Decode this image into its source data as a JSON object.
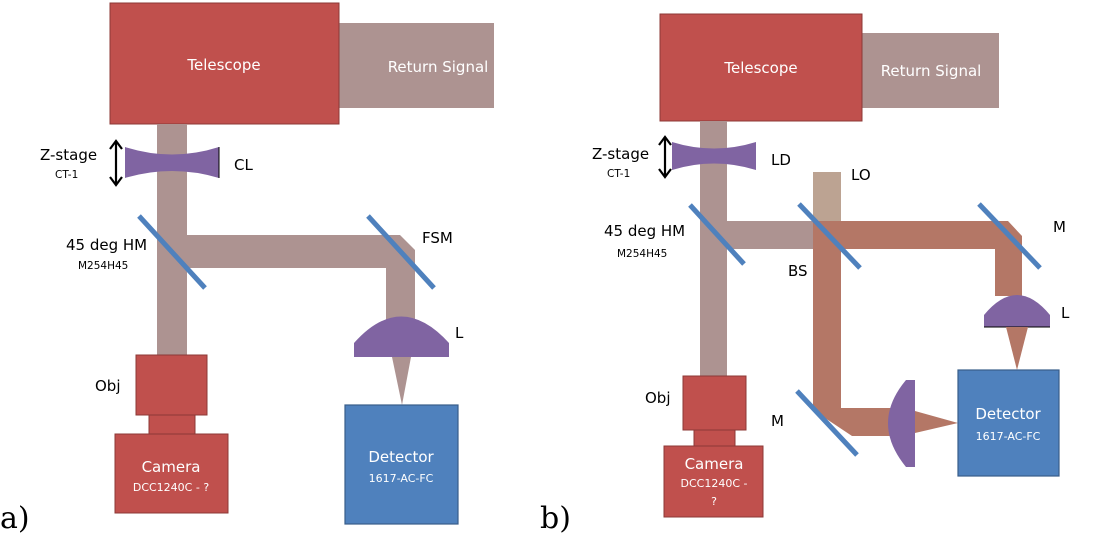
{
  "colors": {
    "component_red": "#C0504D",
    "component_red_border": "#8C3836",
    "return_beam": "#AD9391",
    "lo_beam": "#BCA392",
    "mixed_beam": "#B47766",
    "lens": "#8064A2",
    "mirror": "#4F81BD",
    "detector": "#4F81BD",
    "detector_border": "#385D8A"
  },
  "panels": [
    {
      "tag": "a)",
      "telescope": "Telescope",
      "return_signal": "Return Signal",
      "zstage": "Z-stage",
      "zstage_model": "CT-1",
      "lens1": "CL",
      "hm": "45 deg HM",
      "hm_model": "M254H45",
      "fsm": "FSM",
      "lens2": "L",
      "obj": "Obj",
      "camera": "Camera",
      "camera_model": "DCC1240C - ?",
      "detector": "Detector",
      "detector_model": "1617-AC-FC"
    },
    {
      "tag": "b)",
      "telescope": "Telescope",
      "return_signal": "Return Signal",
      "zstage": "Z-stage",
      "zstage_model": "CT-1",
      "lens1": "LD",
      "lo": "LO",
      "hm": "45 deg HM",
      "hm_model": "M254H45",
      "bs": "BS",
      "mirror_top": "M",
      "mirror_bottom": "M",
      "lens2": "L",
      "obj": "Obj",
      "camera": "Camera",
      "camera_model_line1": "DCC1240C -",
      "camera_model_line2": "?",
      "detector": "Detector",
      "detector_model": "1617-AC-FC"
    }
  ]
}
